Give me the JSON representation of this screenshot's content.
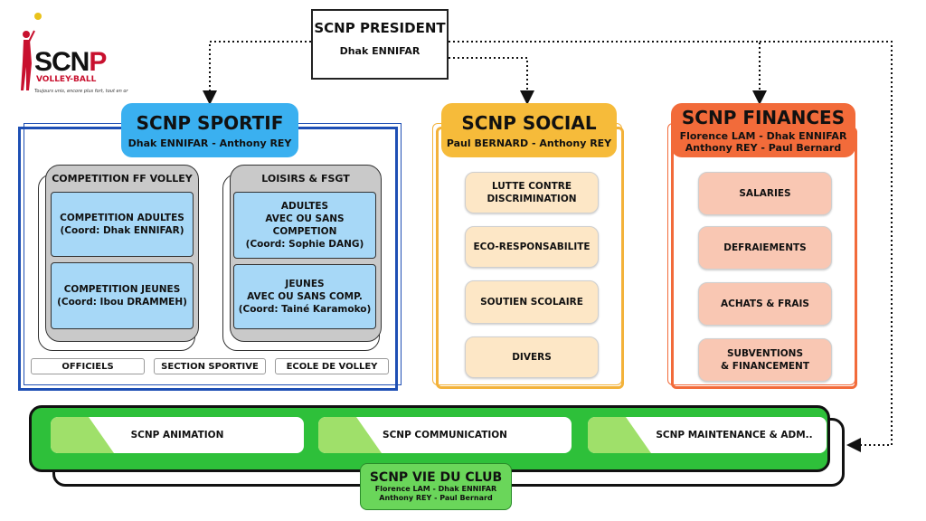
{
  "logo": {
    "brand_a": "SCN",
    "brand_b": "P",
    "subtitle": "VOLLEY-BALL",
    "tagline": "Toujours unis, encore plus fort, tout en or"
  },
  "president": {
    "title": "SCNP PRESIDENT",
    "name": "Dhak ENNIFAR"
  },
  "sportif": {
    "title": "SCNP SPORTIF",
    "leads": "Dhak ENNIFAR - Anthony REY",
    "groups": [
      {
        "title": "COMPETITION FF VOLLEY",
        "items": [
          "COMPETITION ADULTES\n(Coord: Dhak ENNIFAR)",
          "COMPETITION JEUNES\n(Coord: Ibou DRAMMEH)"
        ]
      },
      {
        "title": "LOISIRS & FSGT",
        "items": [
          "ADULTES\nAVEC OU SANS COMPETION\n(Coord: Sophie DANG)",
          "JEUNES\nAVEC OU SANS COMP.\n(Coord: Tainé Karamoko)"
        ]
      }
    ],
    "footer": [
      "OFFICIELS",
      "SECTION SPORTIVE",
      "ECOLE DE VOLLEY"
    ]
  },
  "social": {
    "title": "SCNP SOCIAL",
    "leads": "Paul BERNARD - Anthony REY",
    "items": [
      "LUTTE CONTRE\nDISCRIMINATION",
      "ECO-RESPONSABILITE",
      "SOUTIEN SCOLAIRE",
      "DIVERS"
    ]
  },
  "finances": {
    "title": "SCNP FINANCES",
    "leads_line1": "Florence LAM - Dhak ENNIFAR",
    "leads_line2": "Anthony REY - Paul  Bernard",
    "items": [
      "SALARIES",
      "DEFRAIEMENTS",
      "ACHATS & FRAIS",
      "SUBVENTIONS\n& FINANCEMENT"
    ]
  },
  "club": {
    "title": "SCNP VIE DU CLUB",
    "leads_line1": "Florence LAM - Dhak ENNIFAR",
    "leads_line2": "Anthony REY - Paul  Bernard",
    "items": [
      "SCNP ANIMATION",
      "SCNP COMMUNICATION",
      "SCNP MAINTENANCE & ADM.."
    ]
  },
  "colors": {
    "sportif": "#3ab0f0",
    "social": "#f6bb3a",
    "finances": "#f26b3a",
    "club": "#2ec03a",
    "sportif_frame": "#1e4fb4"
  }
}
